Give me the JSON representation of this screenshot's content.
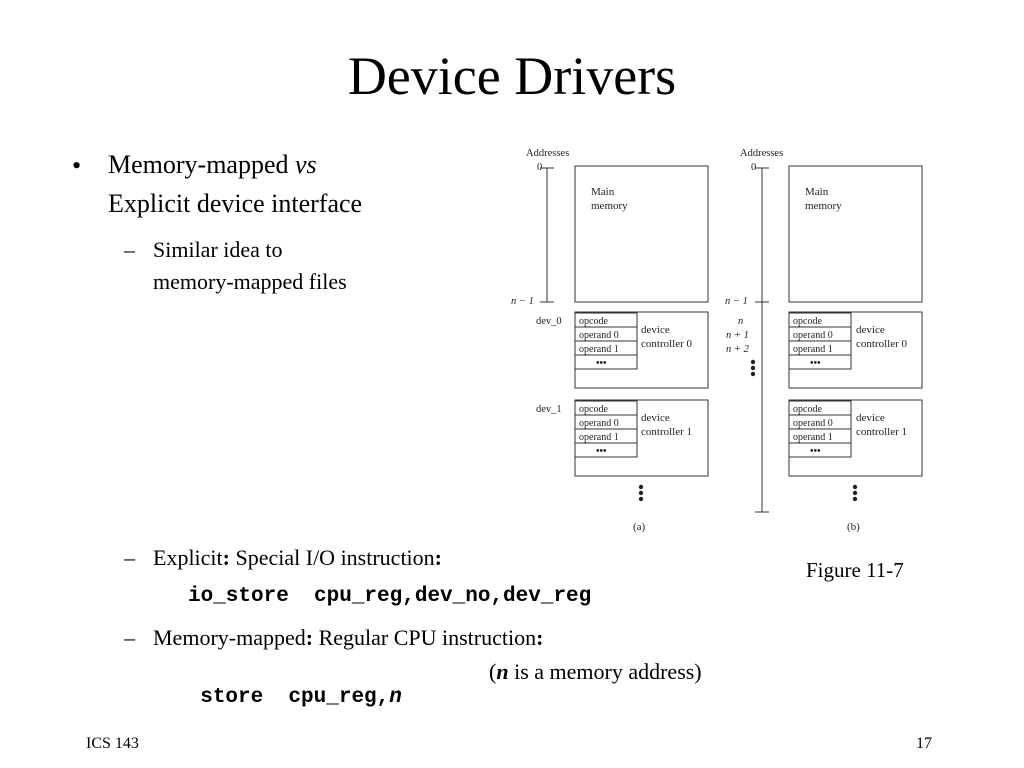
{
  "slide": {
    "title": "Device Drivers",
    "bullet1": {
      "text": "Memory-mapped ",
      "vs": "vs",
      "line2": "Explicit device interface"
    },
    "sub1": {
      "line1": "Similar idea to",
      "line2": "memory-mapped files"
    },
    "sub2": {
      "label": "Explicit",
      "colon": ":",
      "text": " Special I/O instruction",
      "colon2": ":",
      "code": "io_store  cpu_reg,dev_no,dev_reg"
    },
    "sub3": {
      "label": "Memory-mapped",
      "colon": ":",
      "text": " Regular CPU instruction",
      "colon2": ":",
      "code": "store  cpu_reg,",
      "code_n": "n",
      "note_open": "(",
      "note_n": "n",
      "note_rest": " is a memory address)"
    },
    "figure_caption": "Figure 11-7",
    "footer_left": "ICS 143",
    "footer_right": "17"
  },
  "figure": {
    "addresses_label": "Addresses",
    "zero": "0",
    "main_memory": [
      "Main",
      "memory"
    ],
    "n_minus_1": "n − 1",
    "dev0": "dev_0",
    "dev1": "dev_1",
    "registers": [
      "opcode",
      "operand 0",
      "operand 1"
    ],
    "controller0": [
      "device",
      "controller 0"
    ],
    "controller1": [
      "device",
      "controller 1"
    ],
    "b_n": "n",
    "b_n1": "n + 1",
    "b_n2": "n + 2",
    "ellipsis": "•••",
    "label_a": "(a)",
    "label_b": "(b)"
  }
}
